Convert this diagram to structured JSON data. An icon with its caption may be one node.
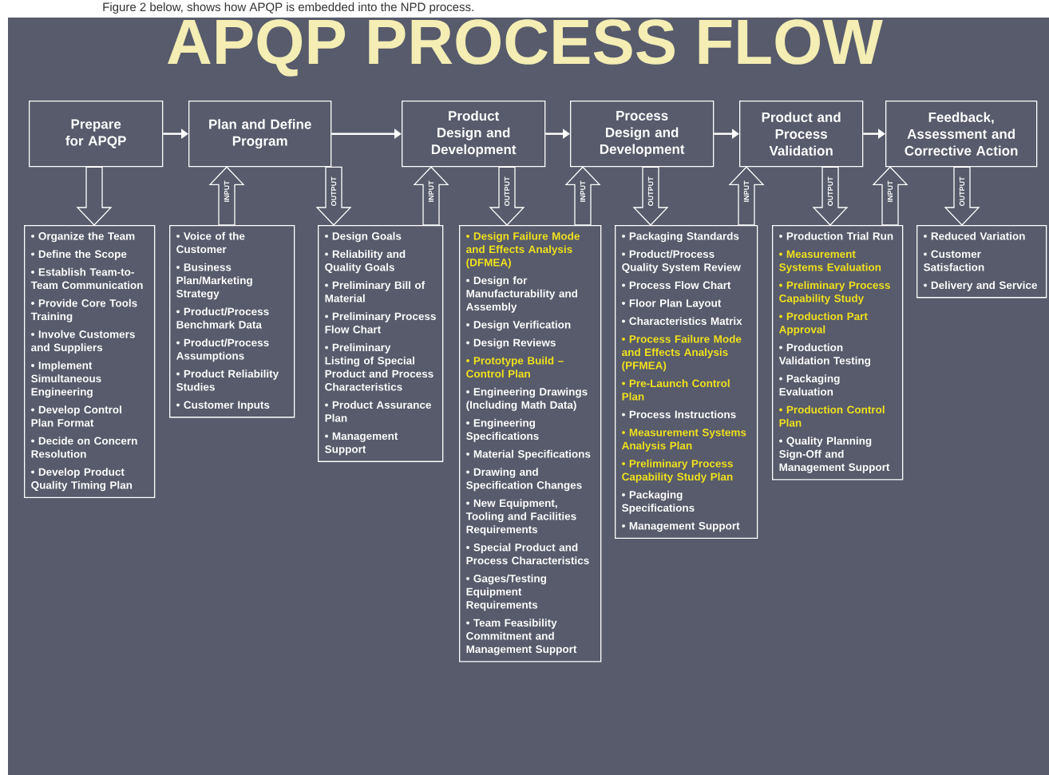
{
  "diagram": {
    "title": "APQP PROCESS FLOW",
    "nodes": [
      {
        "text": [
          "Prepare for APQP"
        ]
      },
      {
        "text": [
          "Plan and Define Program"
        ]
      },
      {
        "text": [
          "Product Design and Development"
        ]
      },
      {
        "text": [
          "Process Design and Development"
        ]
      },
      {
        "text": [
          "Product and Process Validation"
        ]
      },
      {
        "text": [
          "Feedback, Assessment and Corrective Action"
        ]
      },
      {
        "text": [
          "• Organize the Team",
          "• Define the Scope",
          "• Establish Team-to-Team Communication",
          "• Provide Core Tools Training",
          "• Involve Customers and Suppliers",
          "• Implement Simultaneous Engineering",
          "• Develop Control Plan Format",
          "• Decide on Concern Resolution",
          "• Develop Product Quality Timing Plan"
        ]
      },
      {
        "text": [
          "• Voice of the Customer",
          "• Business Plan/Marketing Strategy",
          "• Product/Process Benchmark Data",
          "• Product/Process Assumptions",
          "• Product Reliability Studies",
          "• Customer Inputs"
        ]
      },
      {
        "text": [
          "• Design Goals",
          "• Reliability and Quality Goals",
          "• Preliminary Bill of Material",
          "• Preliminary Process Flow Chart",
          "• Preliminary Listing of Special Product and Process Characteristics",
          "• Product Assurance Plan",
          "• Management Support"
        ]
      },
      {
        "text": [
          "• Design Failure Mode and Effects Analysis (DFMEA)",
          "• Design for Manufacturability and Assembly",
          "• Design Verification",
          "• Design Reviews",
          "• Prototype Build – Control Plan",
          "• Engineering Drawings (Including Math Data)",
          "• Engineering Specifications",
          "• Material Specifications",
          "• Drawing and Specification Changes",
          "• New Equipment, Tooling and Facilities Requirements",
          "• Special Product and Process Characteristics",
          "• Gages/Testing Equipment Requirements",
          "• Team Feasibility Commitment and Management Support"
        ]
      },
      {
        "text": [
          "• Packaging Standards",
          "• Product/Process Quality System Review",
          "• Process Flow Chart",
          "• Floor Plan Layout",
          "• Characteristics Matrix",
          "• Process Failure Mode and Effects Analysis (PFMEA)",
          "• Pre-Launch Control Plan",
          "• Process Instructions",
          "• Measurement Systems Analysis Plan",
          "• Preliminary Process Capability Study Plan",
          "• Packaging Specifications",
          "• Management Support"
        ]
      },
      {
        "text": [
          "• Production Trial Run",
          "• Measurement Systems Evaluation",
          "• Preliminary Process Capability Study",
          "• Production Part Approval",
          "• Production Validation Testing",
          "• Packaging Evaluation",
          "• Production Control Plan",
          "• Quality Planning Sign-Off and Management Support"
        ]
      },
      {
        "text": [
          "• Reduced Variation",
          "• Customer Satisfaction",
          "• Delivery and Service"
        ]
      }
    ],
    "edges": [
      {
        "from": 0,
        "to": 1,
        "arrow": "to"
      },
      {
        "from": 1,
        "to": 2,
        "arrow": "to"
      },
      {
        "from": 2,
        "to": 3,
        "arrow": "to"
      },
      {
        "from": 3,
        "to": 4,
        "arrow": "to"
      },
      {
        "from": 4,
        "to": 5,
        "arrow": "to"
      },
      {
        "from": 0,
        "to": 6,
        "arrow": "to"
      },
      {
        "from": 7,
        "to": 1,
        "arrow": "to",
        "label": "INPUT"
      },
      {
        "from": 1,
        "to": 8,
        "arrow": "to",
        "label": "OUTPUT"
      },
      {
        "from": 8,
        "to": 2,
        "arrow": "to",
        "label": "INPUT"
      },
      {
        "from": 2,
        "to": 9,
        "arrow": "to",
        "label": "OUTPUT"
      },
      {
        "from": 9,
        "to": 3,
        "arrow": "to",
        "label": "INPUT"
      },
      {
        "from": 3,
        "to": 10,
        "arrow": "to",
        "label": "OUTPUT"
      },
      {
        "from": 10,
        "to": 4,
        "arrow": "to",
        "label": "INPUT"
      },
      {
        "from": 4,
        "to": 11,
        "arrow": "to",
        "label": "OUTPUT"
      },
      {
        "from": 11,
        "to": 5,
        "arrow": "to",
        "label": "INPUT"
      },
      {
        "from": 5,
        "to": 12,
        "arrow": "to",
        "label": "OUTPUT"
      }
    ],
    "labels": [
      "Figure 2 below, shows how APQP is embedded into the NPD process."
    ]
  }
}
